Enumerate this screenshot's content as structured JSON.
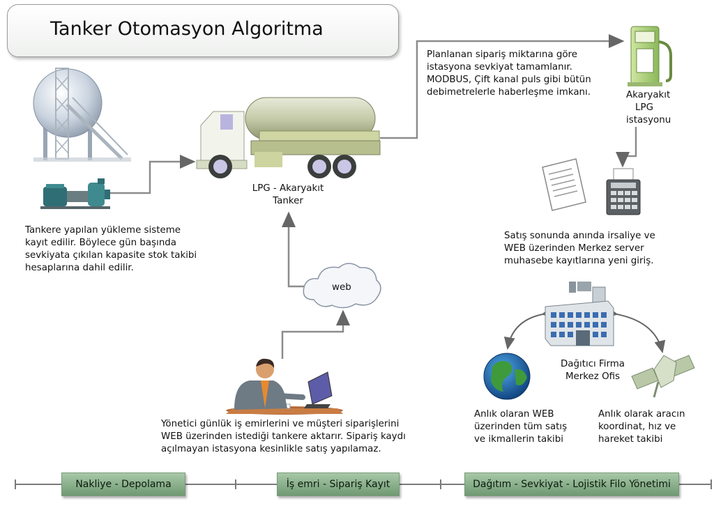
{
  "title": "Tanker Otomasyon Algoritma",
  "tanker_label": "LPG - Akaryakıt\nTanker",
  "station_label": "Akaryakıt\nLPG\nistasyonu",
  "station_note": "Planlanan sipariş miktarına göre\nistasyona sevkiyat tamamlanır.\nMODBUS, Çift kanal puls gibi bütün\ndebimetrelerle haberleşme imkanı.",
  "loading_note": "Tankere yapılan yükleme sisteme\nkayıt edilir. Böylece gün başında\nsevkiyata çıkılan kapasite stok takibi\nhesaplarına dahil edilir.",
  "sales_note": "Satış sonunda anında irsaliye ve\nWEB üzerinden Merkez server\nmuhasebe kayıtlarına yeni giriş.",
  "cloud_label": "web",
  "manager_note": "Yönetici günlük iş emirlerini ve müşteri siparişlerini\nWEB üzerinden istediği tankere aktarır. Sipariş kaydı\naçılmayan istasyona kesinlikle satış yapılamaz.",
  "office_label": "Dağıtıcı Firma\nMerkez Ofis",
  "web_tracking_note": "Anlık olaran WEB\nüzerinden tüm satış\nve ikmallerin takibi",
  "vehicle_tracking_note": "Anlık olarak aracın\nkoordinat, hız ve\nhareket takibi",
  "timeline": {
    "phase_1": "Nakliye - Depolama",
    "phase_2": "İş emri - Sipariş Kayıt",
    "phase_3": "Dağıtım - Sevkiyat - Lojistik Filo Yönetimi"
  }
}
